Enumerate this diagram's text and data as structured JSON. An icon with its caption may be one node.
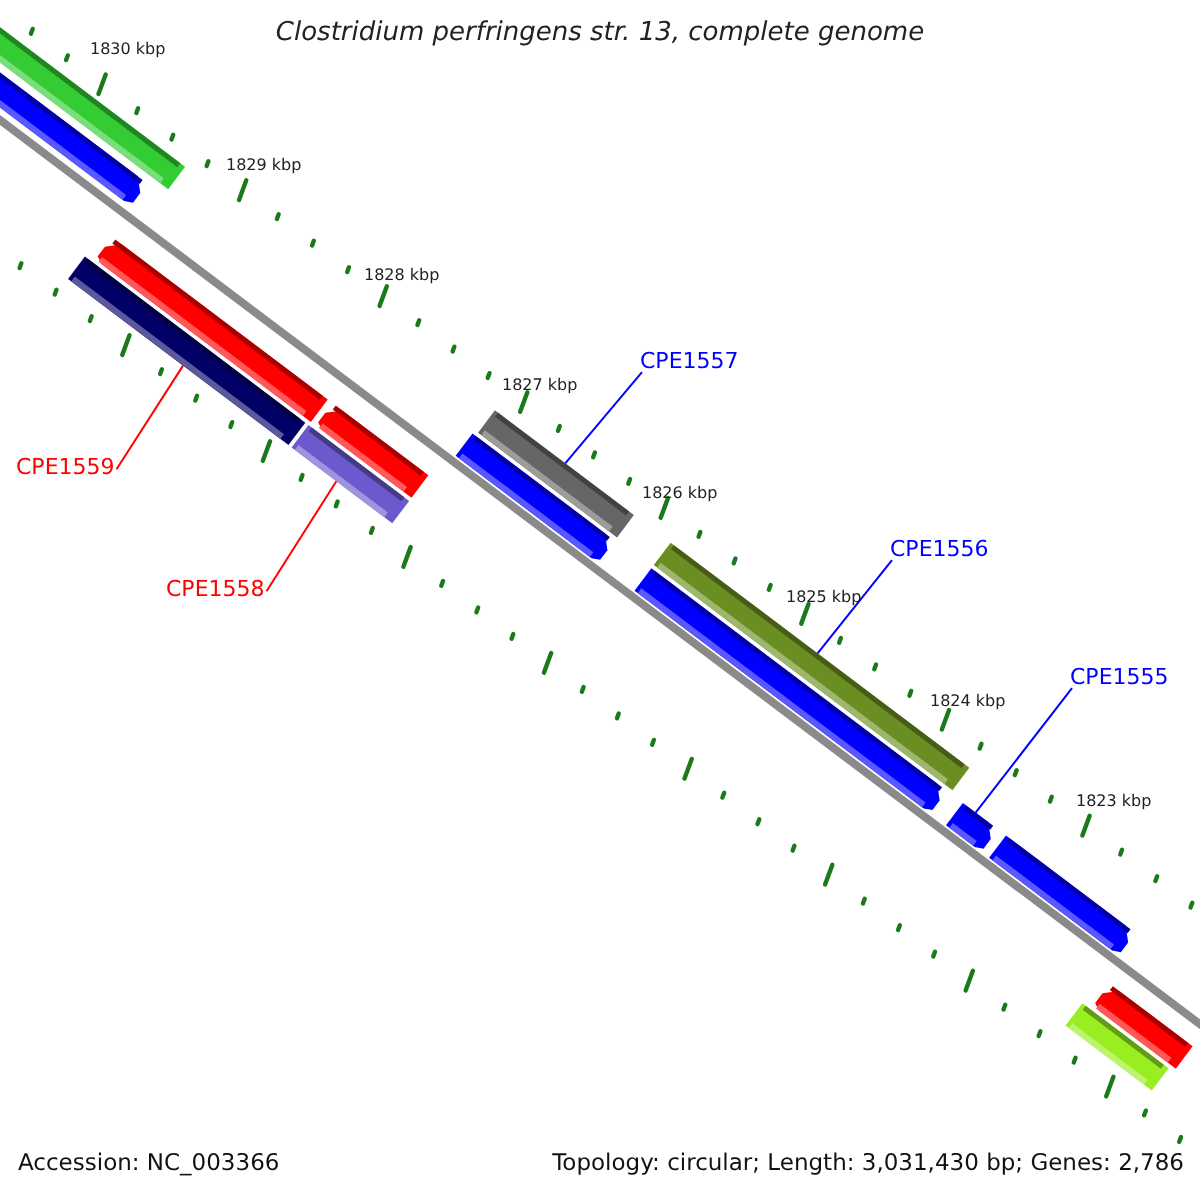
{
  "diagram": {
    "title": "Clostridium perfringens str. 13, complete genome",
    "nodes": [
      {
        "text": [
          "CPE1559"
        ]
      },
      {
        "text": [
          "CPE1558"
        ]
      },
      {
        "text": [
          "CPE1557"
        ]
      },
      {
        "text": [
          "CPE1556"
        ]
      },
      {
        "text": [
          "CPE1555"
        ]
      },
      {
        "text": [],
        "shape": "bar"
      },
      {
        "text": [],
        "shape": "arrow"
      },
      {
        "text": [],
        "shape": "bar"
      },
      {
        "text": [],
        "shape": "arrow"
      },
      {
        "text": [],
        "shape": "arrow"
      },
      {
        "text": [],
        "shape": "bar"
      },
      {
        "text": [],
        "shape": "bar"
      },
      {
        "text": [],
        "shape": "arrow"
      },
      {
        "text": [],
        "shape": "bar"
      },
      {
        "text": [],
        "shape": "arrow"
      },
      {
        "text": [],
        "shape": "arrow"
      },
      {
        "text": [],
        "shape": "arrow"
      },
      {
        "text": [],
        "shape": "bar"
      },
      {
        "text": [],
        "shape": "arrow"
      }
    ],
    "edges": [
      {
        "from": 0,
        "to": 7,
        "arrow": "none",
        "color": "#ff0000"
      },
      {
        "from": 1,
        "to": 10,
        "arrow": "none",
        "color": "#ff0000"
      },
      {
        "from": 2,
        "to": 11,
        "arrow": "none"
      },
      {
        "from": 3,
        "to": 13,
        "arrow": "none"
      },
      {
        "from": 4,
        "to": 15,
        "arrow": "none"
      }
    ],
    "labels": [
      "1830 kbp",
      "1829 kbp",
      "1828 kbp",
      "1827 kbp",
      "1826 kbp",
      "1825 kbp",
      "1824 kbp",
      "1823 kbp",
      "Accession: NC_003366",
      "Topology: circular; Length: 3,031,430 bp; Genes: 2,786"
    ]
  }
}
